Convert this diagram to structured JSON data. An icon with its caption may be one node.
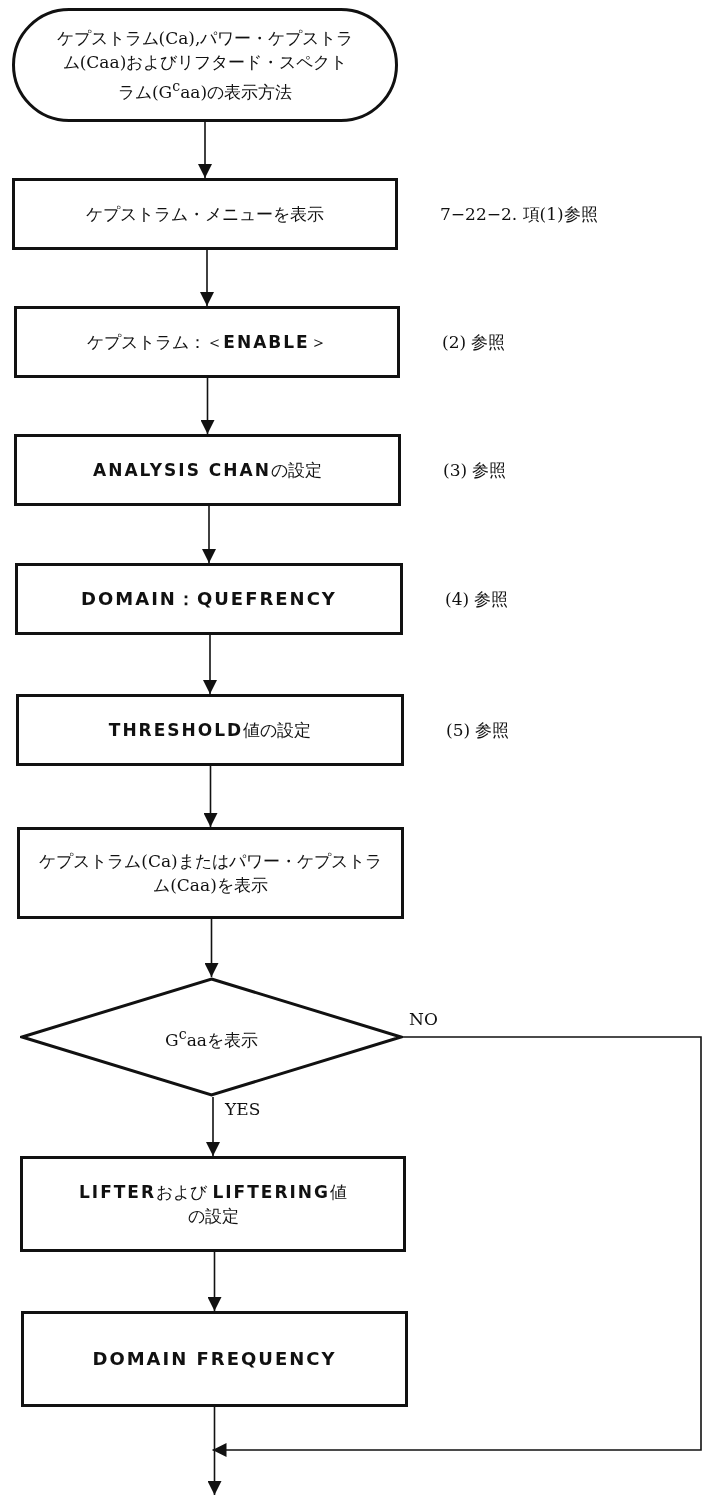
{
  "diagram": {
    "nodes": [
      {
        "text": [
          "ケプストラム(Ca),パワー・ケプストラム(Caa)およびリフタード・スペクトラム(G$^{c}$aa)の表示方法"
        ]
      },
      {
        "text": [
          "ケプストラム・メニューを表示"
        ],
        "beside": [
          "7−22−2. 項(1)参照"
        ]
      },
      {
        "text": [
          "ケプストラム：＜**ENABLE**＞"
        ],
        "beside": [
          "(2) 参照"
        ]
      },
      {
        "text": [
          "**ANALYSIS CHAN**の設定"
        ],
        "beside": [
          "(3) 参照"
        ]
      },
      {
        "text": [
          "DOMAIN：QUEFRENCY"
        ],
        "beside": [
          "(4) 参照"
        ]
      },
      {
        "text": [
          "**THRESHOLD**値の設定"
        ],
        "beside": [
          "(5) 参照"
        ]
      },
      {
        "text": [
          "ケプストラム(Ca)またはパワー・ケプストラム(Caa)を表示"
        ]
      },
      {
        "text": [
          "G$^{c}$aaを表示"
        ]
      },
      {
        "text": [
          "**LIFTER**および **LIFTERING**値の設定"
        ]
      },
      {
        "text": [
          "DOMAIN FREQUENCY"
        ]
      }
    ],
    "edges": [
      {
        "from": 0,
        "to": 1,
        "arrow": "to"
      },
      {
        "from": 1,
        "to": 2,
        "arrow": "to"
      },
      {
        "from": 2,
        "to": 3,
        "arrow": "to"
      },
      {
        "from": 3,
        "to": 4,
        "arrow": "to"
      },
      {
        "from": 4,
        "to": 5,
        "arrow": "to"
      },
      {
        "from": 5,
        "to": 6,
        "arrow": "to"
      },
      {
        "from": 6,
        "to": 7,
        "arrow": "to"
      },
      {
        "from": 7,
        "to": 8,
        "arrow": "to",
        "label": "YES"
      },
      {
        "from": 8,
        "to": 9,
        "arrow": "to"
      },
      {
        "from": 9,
        "to": null,
        "arrow": "to"
      },
      {
        "from": 7,
        "to": null,
        "arrow": "to",
        "label": "NO"
      }
    ]
  }
}
